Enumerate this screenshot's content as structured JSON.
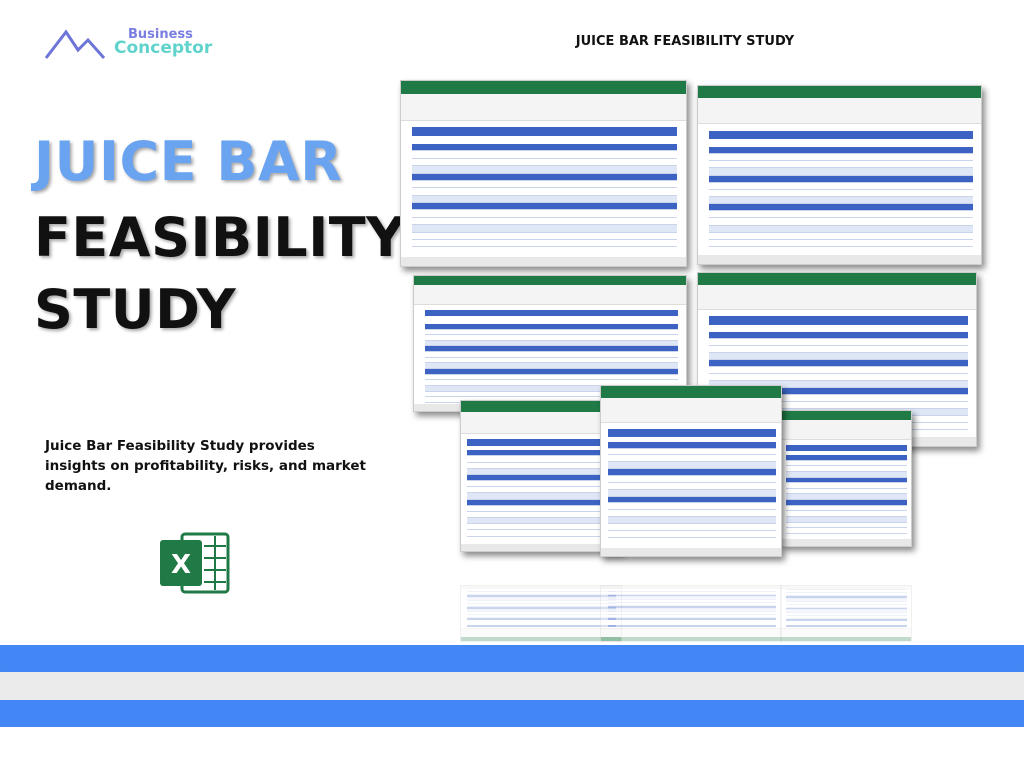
{
  "logo": {
    "line1": "Business",
    "line2": "Conceptor"
  },
  "header": {
    "title": "JUICE BAR FEASIBILITY STUDY"
  },
  "hero": {
    "line1": "JUICE BAR",
    "line2": "FEASIBILITY",
    "line3": "STUDY"
  },
  "description": "Juice Bar Feasibility Study provides insights on profitability, risks, and market demand.",
  "icons": {
    "file_type": "excel-icon",
    "excel_letter": "X"
  },
  "colors": {
    "accent_blue": "#4287f5",
    "title_blue": "#6aa3ef",
    "stripe_gray": "#ebebeb",
    "excel_green": "#1f7a45"
  }
}
